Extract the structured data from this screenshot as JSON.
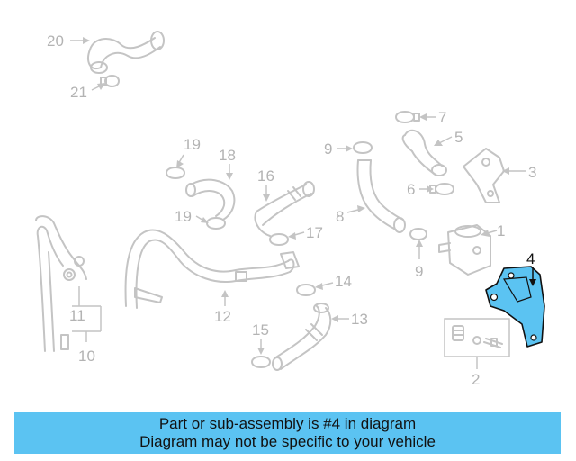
{
  "callouts": {
    "c20": "20",
    "c21": "21",
    "c7": "7",
    "c5": "5",
    "c3": "3",
    "c6": "6",
    "c9a": "9",
    "c8": "8",
    "c9b": "9",
    "c1": "1",
    "c4": "4",
    "c19a": "19",
    "c18": "18",
    "c16": "16",
    "c19b": "19",
    "c17": "17",
    "c14": "14",
    "c13": "13",
    "c15": "15",
    "c12": "12",
    "c11": "11",
    "c10": "10",
    "c2": "2"
  },
  "banner": {
    "line1": "Part or sub-assembly is #4 in diagram",
    "line2": "Diagram may not be specific to your vehicle"
  },
  "colors": {
    "highlight_part": "#5bc3f2",
    "banner_background": "#5bc3f2",
    "diagram_lines": "#c4c4c4"
  }
}
